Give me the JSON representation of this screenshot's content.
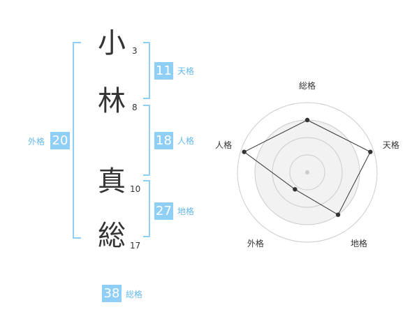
{
  "name": {
    "chars": [
      {
        "char": "小",
        "strokes": "3"
      },
      {
        "char": "林",
        "strokes": "8"
      },
      {
        "char": "真",
        "strokes": "10"
      },
      {
        "char": "総",
        "strokes": "17"
      }
    ]
  },
  "fortunes": {
    "tenkaku": {
      "value": "11",
      "label": "天格"
    },
    "jinkaku": {
      "value": "18",
      "label": "人格"
    },
    "chikaku": {
      "value": "27",
      "label": "地格"
    },
    "gaikaku": {
      "value": "20",
      "label": "外格"
    },
    "soukaku": {
      "value": "38",
      "label": "総格"
    }
  },
  "chart_data": {
    "type": "radar",
    "axes": [
      "総格",
      "天格",
      "地格",
      "外格",
      "人格"
    ],
    "levels": 4,
    "values": [
      0.75,
      0.95,
      0.75,
      0.3,
      0.95
    ],
    "colors": {
      "fill": "#f2f2f2",
      "ring": "#cccccc",
      "line": "#333333",
      "center": "#cccccc"
    }
  },
  "colors": {
    "accent": "#8fcff5",
    "accent_text": "#66b9ea"
  }
}
